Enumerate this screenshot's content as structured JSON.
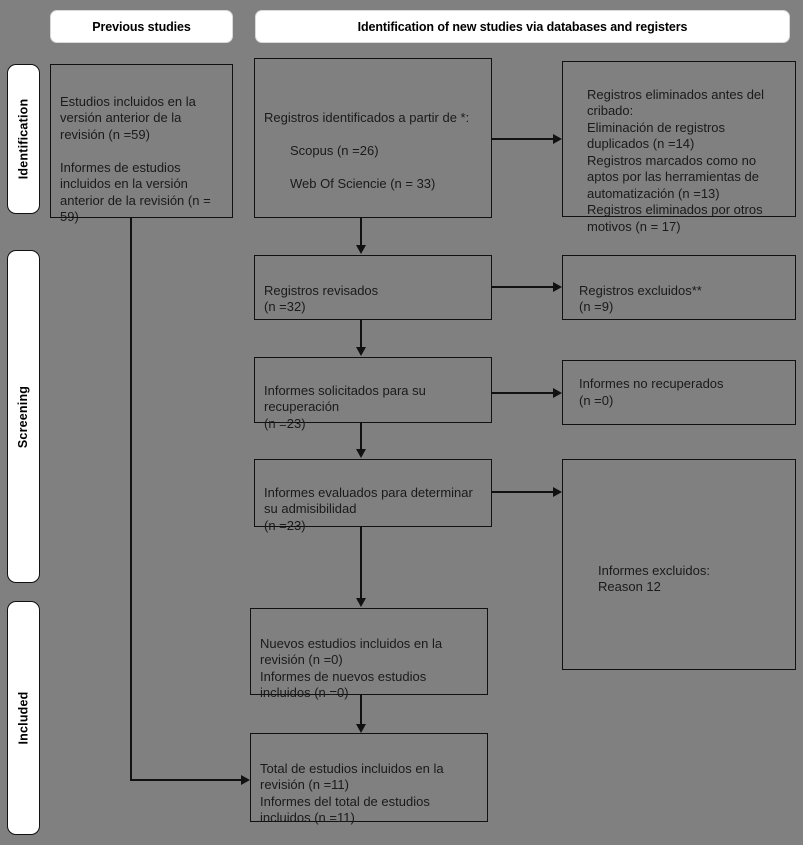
{
  "diagram": {
    "title": "PRISMA 2020 flow diagram",
    "background_color": "#808080",
    "box_border_color": "#111111",
    "pill_background": "#ffffff"
  },
  "headers": {
    "previous_studies": "Previous studies",
    "new_studies": "Identification of new studies via databases and registers"
  },
  "stages": {
    "identification": "Identification",
    "screening": "Screening",
    "included": "Included"
  },
  "boxes": {
    "previous_included": "Estudios incluidos en la versión anterior de la revisión (n =59)\n\nInformes de estudios incluidos en la versión anterior de la revisión (n = 59)",
    "records_identified_intro": "Registros identificados a partir de *:",
    "records_identified_sources": [
      "Scopus (n =26)",
      "Web Of Sciencie (n = 33)"
    ],
    "records_removed": "Registros eliminados antes del cribado:\nEliminación de registros duplicados (n =14)\nRegistros marcados como no aptos por las herramientas de automatización (n =13)\nRegistros eliminados por otros motivos (n = 17)",
    "records_screened": "Registros revisados\n(n =32)",
    "records_excluded": "Registros excluidos**\n(n =9)",
    "reports_sought": "Informes solicitados para su recuperación\n(n =23)",
    "reports_not_retrieved": "Informes no recuperados\n(n =0)",
    "reports_assessed": "Informes evaluados para determinar su admisibilidad\n(n =23)",
    "reports_excluded": "Informes excluidos:\nReason 12",
    "new_studies_included": "Nuevos estudios incluidos en la revisión (n =0)\nInformes de nuevos estudios incluidos (n =0)",
    "total_included": "Total de estudios incluidos en la revisión (n =11)\nInformes del total de estudios incluidos (n =11)"
  },
  "counts": {
    "previous_studies_included": 59,
    "previous_reports_included": 59,
    "scopus": 26,
    "web_of_science": 33,
    "duplicates_removed": 14,
    "marked_ineligible_automation": 13,
    "removed_other_reasons": 17,
    "records_screened": 32,
    "records_excluded": 9,
    "reports_sought": 23,
    "reports_not_retrieved": 0,
    "reports_assessed": 23,
    "new_studies_included": 0,
    "new_reports_included": 0,
    "total_studies_included": 11,
    "total_reports_included": 11
  }
}
